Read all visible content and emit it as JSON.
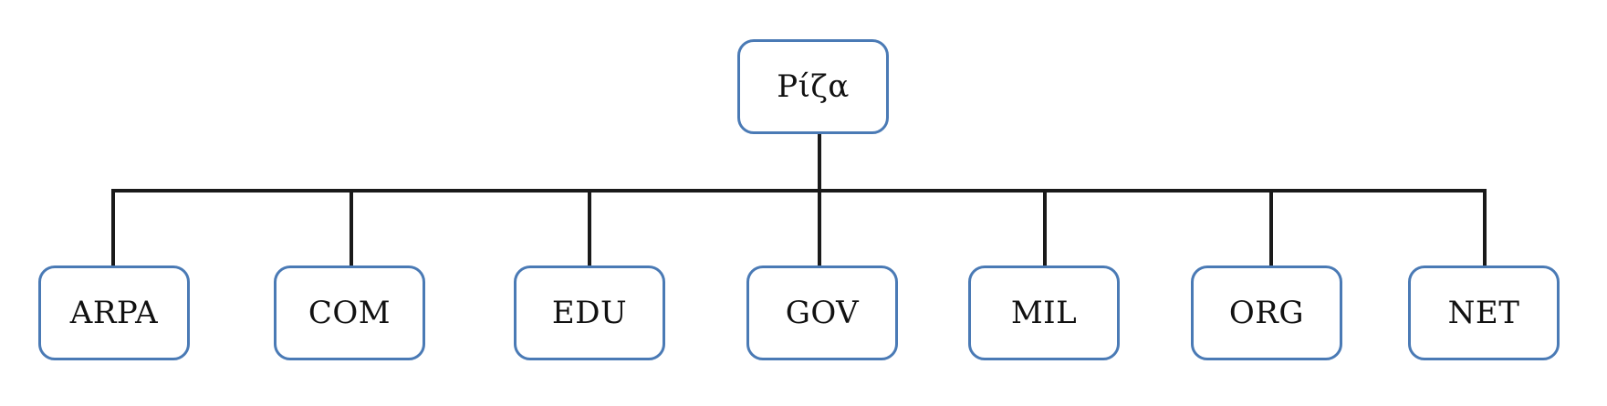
{
  "root": {
    "label": "Ρίζα"
  },
  "children": [
    {
      "label": "ARPA"
    },
    {
      "label": "COM"
    },
    {
      "label": "EDU"
    },
    {
      "label": "GOV"
    },
    {
      "label": "MIL"
    },
    {
      "label": "ORG"
    },
    {
      "label": "NET"
    }
  ],
  "colors": {
    "node_border": "#4a7ab5",
    "connector": "#1a1a1a",
    "text": "#111111"
  }
}
